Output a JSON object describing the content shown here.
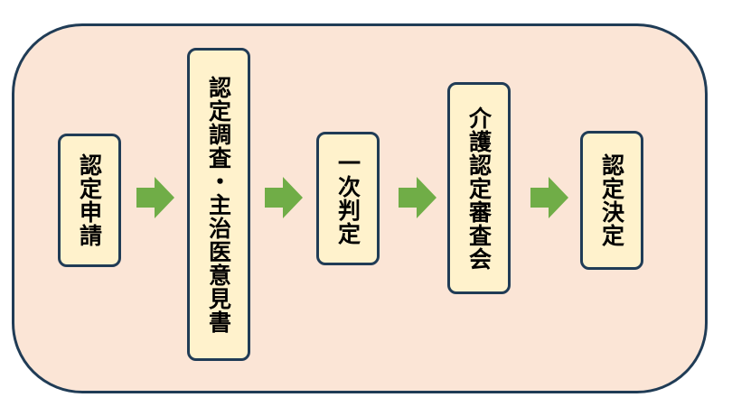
{
  "diagram": {
    "type": "process-flow",
    "direction": "left-to-right",
    "steps": [
      {
        "label": "認定申請"
      },
      {
        "label": "認定調査・主治医意見書"
      },
      {
        "label": "一次判定"
      },
      {
        "label": "介護認定審査会"
      },
      {
        "label": "認定決定"
      }
    ],
    "connectors": [
      {
        "from": 0,
        "to": 1
      },
      {
        "from": 1,
        "to": 2
      },
      {
        "from": 2,
        "to": 3
      },
      {
        "from": 3,
        "to": 4
      }
    ],
    "colors": {
      "frame_fill": "#fbe5d6",
      "frame_border": "#203c56",
      "step_fill": "#fff2cc",
      "step_border": "#203c56",
      "arrow": "#70ad47"
    }
  }
}
